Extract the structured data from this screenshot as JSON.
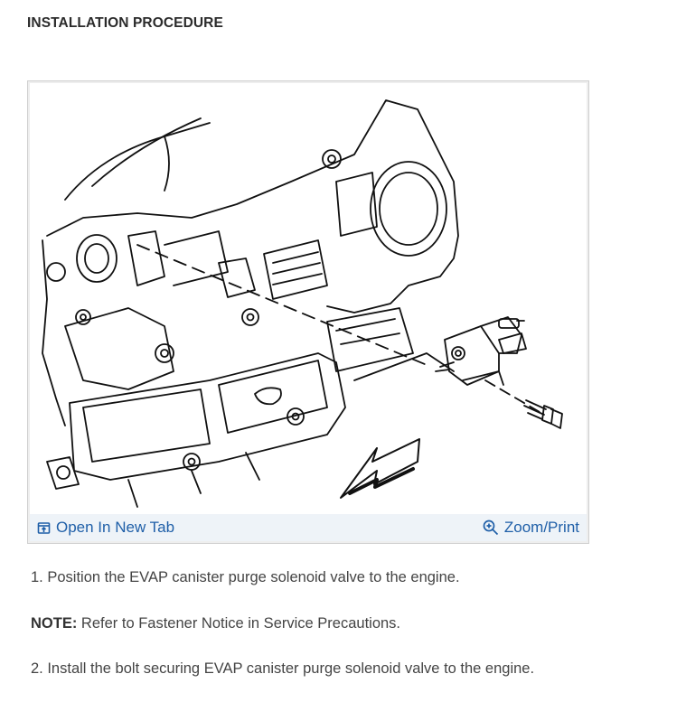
{
  "heading": "INSTALLATION PROCEDURE",
  "figure": {
    "open_tab_label": "Open In New Tab",
    "zoom_label": "Zoom/Print",
    "open_tab_icon": "open-external-icon",
    "zoom_icon": "magnifier-plus-icon",
    "accent_color": "#1f5fa8",
    "toolbar_bg": "#eef3f8"
  },
  "steps": [
    {
      "text": "1. Position the EVAP canister purge solenoid valve to the engine."
    },
    {
      "text": "2. Install the bolt securing EVAP canister purge solenoid valve to the engine."
    }
  ],
  "note": {
    "label": "NOTE:",
    "text": " Refer to Fastener Notice in Service Precautions."
  }
}
